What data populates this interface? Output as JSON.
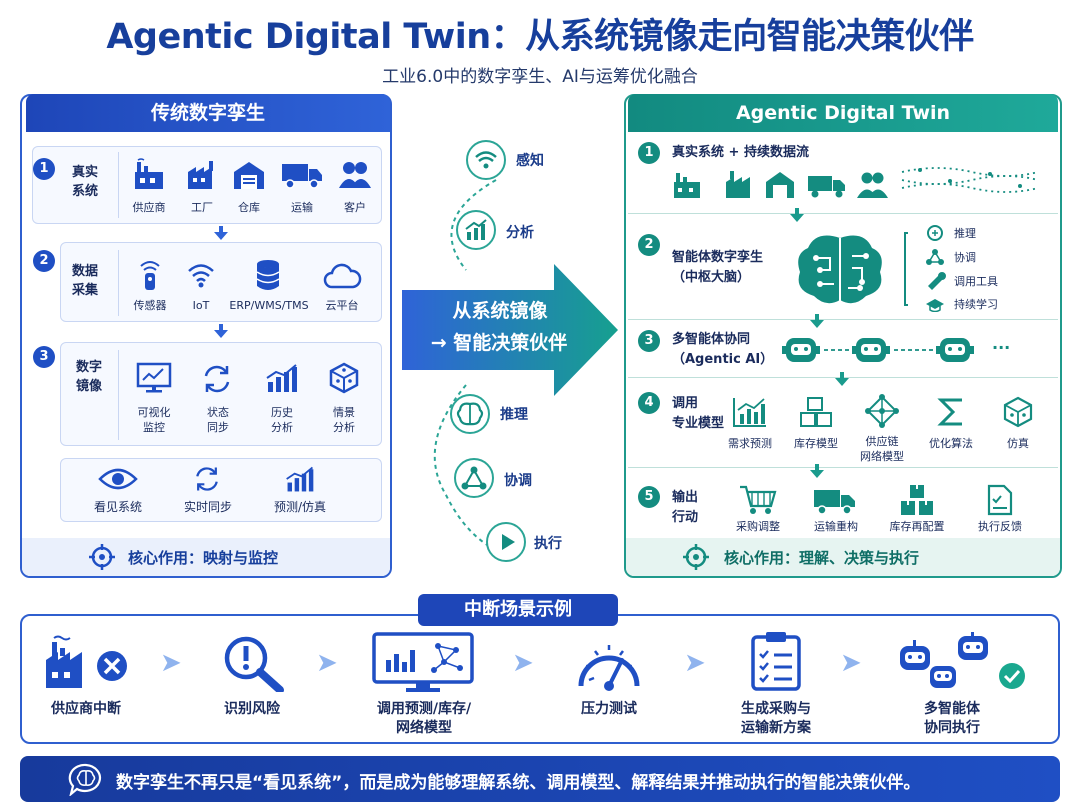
{
  "header": {
    "title": "Agentic Digital Twin：从系统镜像走向智能决策伙伴",
    "subtitle": "工业6.0中的数字孪生、AI与运筹优化融合"
  },
  "left": {
    "title": "传统数字孪生",
    "sec1": {
      "num": "1",
      "label": "真实\n系统",
      "items": [
        "供应商",
        "工厂",
        "仓库",
        "运输",
        "客户"
      ]
    },
    "sec2": {
      "num": "2",
      "label": "数据\n采集",
      "items": [
        "传感器",
        "IoT",
        "ERP/WMS/TMS",
        "云平台"
      ]
    },
    "sec3": {
      "num": "3",
      "label": "数字\n镜像",
      "items": [
        "可视化\n监控",
        "状态\n同步",
        "历史\n分析",
        "情景\n分析"
      ]
    },
    "sec4": {
      "items": [
        "看见系统",
        "实时同步",
        "预测/仿真"
      ]
    },
    "core": "核心作用：映射与监控"
  },
  "middle": {
    "arrow_line1": "从系统镜像",
    "arrow_line2": "→ 智能决策伙伴",
    "steps": [
      "感知",
      "分析",
      "推理",
      "协调",
      "执行"
    ]
  },
  "right": {
    "title": "Agentic Digital Twin",
    "sec1": {
      "num": "1",
      "label": "真实系统 + 持续数据流"
    },
    "sec2": {
      "num": "2",
      "label": "智能体数字孪生\n（中枢大脑）",
      "items": [
        "推理",
        "协调",
        "调用工具",
        "持续学习"
      ]
    },
    "sec3": {
      "num": "3",
      "label": "多智能体协同\n（Agentic AI）",
      "more": "···"
    },
    "sec4": {
      "num": "4",
      "label": "调用\n专业模型",
      "items": [
        "需求预测",
        "库存模型",
        "供应链\n网络模型",
        "优化算法",
        "仿真"
      ]
    },
    "sec5": {
      "num": "5",
      "label": "输出\n行动",
      "items": [
        "采购调整",
        "运输重构",
        "库存再配置",
        "执行反馈"
      ]
    },
    "core": "核心作用：理解、决策与执行"
  },
  "scenario": {
    "title": "中断场景示例",
    "steps": [
      "供应商中断",
      "识别风险",
      "调用预测/库存/\n网络模型",
      "压力测试",
      "生成采购与\n运输新方案",
      "多智能体\n协同执行"
    ]
  },
  "footer": {
    "text": "数字孪生不再只是“看见系统”，而是成为能够理解系统、调用模型、解释结果并推动执行的智能决策伙伴。"
  },
  "colors": {
    "blue": "#1f4fc4",
    "teal": "#148c80",
    "navy": "#173f9c"
  }
}
